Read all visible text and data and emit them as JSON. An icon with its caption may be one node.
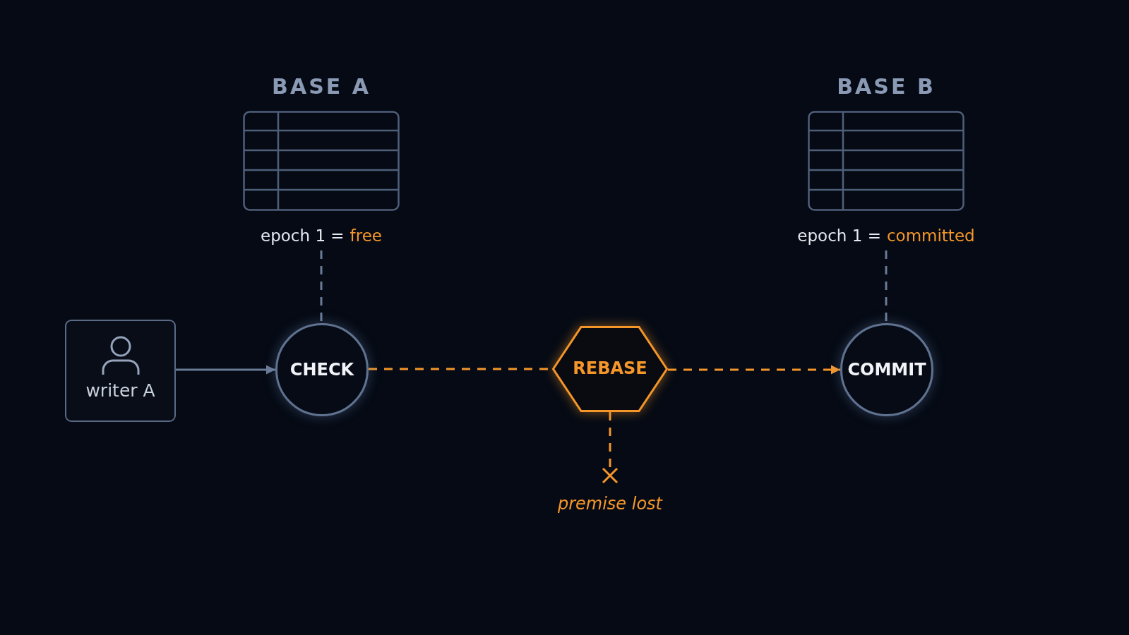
{
  "diagram": {
    "nodes": [
      {
        "text": [
          "BASE A"
        ],
        "beside": [
          "epoch 1 =",
          "free"
        ]
      },
      {
        "text": [
          "BASE B"
        ],
        "beside": [
          "epoch 1 =",
          "committed"
        ]
      },
      {
        "text": [
          "writer A"
        ]
      },
      {
        "text": [
          "CHECK"
        ]
      },
      {
        "text": [
          "REBASE"
        ]
      },
      {
        "text": [
          "COMMIT"
        ]
      },
      {
        "text": [],
        "shape": "cross",
        "beside": [
          "premise lost"
        ]
      }
    ],
    "edges": [
      {
        "from": 2,
        "to": 3,
        "arrow": "to"
      },
      {
        "from": 3,
        "to": 4,
        "arrow": "none",
        "style": "dashed",
        "color": "#f5962a"
      },
      {
        "from": 4,
        "to": 5,
        "arrow": "to",
        "style": "dashed",
        "color": "#f5962a"
      },
      {
        "from": 0,
        "to": 3,
        "arrow": "none",
        "style": "dashed"
      },
      {
        "from": 1,
        "to": 5,
        "arrow": "none",
        "style": "dashed"
      },
      {
        "from": 4,
        "to": 6,
        "arrow": "none",
        "style": "dashed",
        "color": "#f5962a"
      }
    ]
  }
}
